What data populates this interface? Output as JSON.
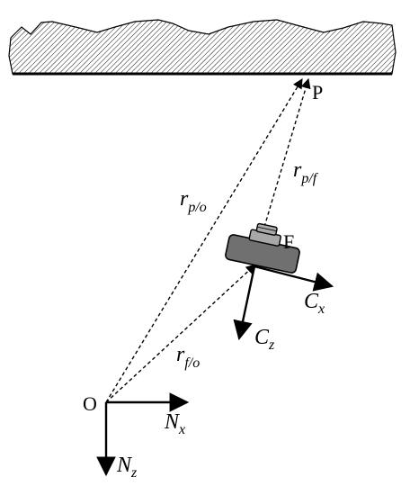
{
  "labels": {
    "P": "P",
    "O": "O",
    "F": "F",
    "r_po": {
      "base": "r",
      "sub": "p/o"
    },
    "r_pf": {
      "base": "r",
      "sub": "p/f"
    },
    "r_fo": {
      "base": "r",
      "sub": "f/o"
    },
    "C_x": {
      "base": "C",
      "sub": "x"
    },
    "C_z": {
      "base": "C",
      "sub": "z"
    },
    "N_x": {
      "base": "N",
      "sub": "x"
    },
    "N_z": {
      "base": "N",
      "sub": "z"
    }
  },
  "colors": {
    "ink": "#000000",
    "camera_body": "#707070",
    "camera_lens": "#a8a8a8",
    "surface_hatch": "#000000"
  }
}
